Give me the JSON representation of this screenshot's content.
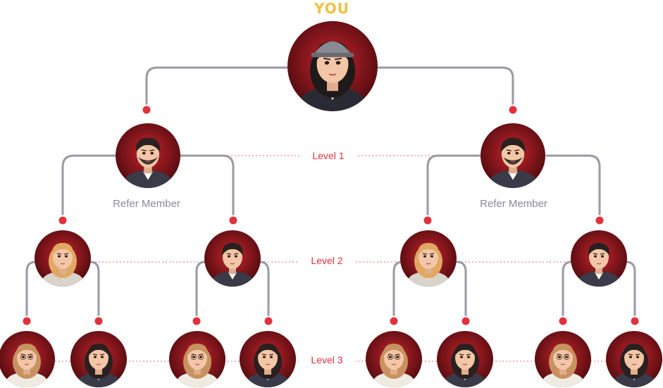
{
  "top_label": "YOU",
  "member_labels": [
    "Refer Member",
    "Refer Member"
  ],
  "levels": [
    "Level 1",
    "Level 2",
    "Level 3"
  ],
  "colors": {
    "connector": "#9a9aa4",
    "dot": "#e0323c",
    "dotted_line": "#f4b4bc",
    "you_text": "#f0c040",
    "level_text": "#e0323c",
    "member_text": "#8a8a96",
    "avatar_bg_outer": "#4a0a0e",
    "avatar_bg_inner": "#c8242c"
  },
  "avatars": {
    "root": "girl-cap-avatar",
    "level1": [
      "bearded-man-avatar",
      "bearded-man-avatar"
    ],
    "level2": [
      "blonde-woman-avatar",
      "dark-hair-man-avatar",
      "blonde-woman-avatar",
      "dark-hair-man-avatar"
    ],
    "level3": [
      "glasses-woman-avatar",
      "dark-hair-woman-avatar",
      "glasses-woman-avatar",
      "dark-hair-woman-avatar",
      "glasses-woman-avatar",
      "dark-hair-woman-avatar",
      "glasses-woman-avatar",
      "dark-hair-woman-avatar"
    ]
  }
}
